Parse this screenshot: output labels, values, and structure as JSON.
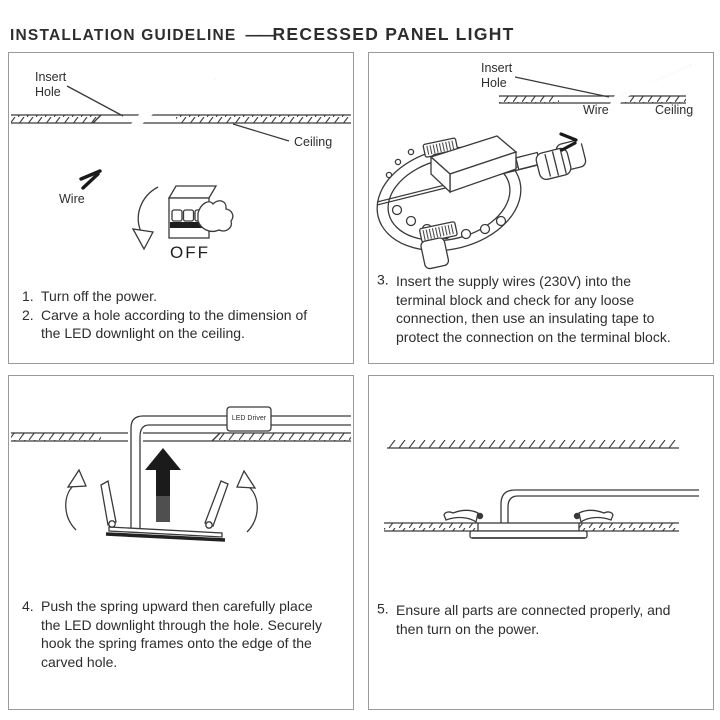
{
  "title": {
    "left": "INSTALLATION GUIDELINE",
    "separator": "——",
    "right": "RECESSED PANEL LIGHT"
  },
  "colors": {
    "line": "#3a3a3a",
    "text": "#2d2d2d",
    "border": "#9b9b9b",
    "arrow-dark": "#1b1b1b",
    "arrow-faded": "#4f4f4f",
    "switch-slot": "#1d1d1d"
  },
  "panel_step_1_2": {
    "labels": {
      "insert_hole": "Insert\nHole",
      "ceiling": "Ceiling",
      "wire": "Wire",
      "switch_off": "OFF"
    },
    "steps": [
      {
        "num": "1.",
        "text": "Turn off the power."
      },
      {
        "num": "2.",
        "text": "Carve a hole according to the dimension of\nthe LED downlight on the ceiling."
      }
    ]
  },
  "panel_step_3": {
    "labels": {
      "insert_hole": "Insert\nHole",
      "wire": "Wire",
      "ceiling": "Ceiling"
    },
    "steps": [
      {
        "num": "3.",
        "text": "Insert the supply wires (230V) into the\nterminal block and check for any loose\nconnection, then use an insulating tape to\nprotect the connection on the terminal block."
      }
    ]
  },
  "panel_step_4": {
    "labels": {
      "led_driver": "LED Driver"
    },
    "steps": [
      {
        "num": "4.",
        "text": "Push the spring upward then carefully place\nthe LED downlight through the hole. Securely\nhook the spring frames onto the edge of the\ncarved hole."
      }
    ]
  },
  "panel_step_5": {
    "steps": [
      {
        "num": "5.",
        "text": "Ensure all parts are connected properly, and\nthen turn on the power."
      }
    ]
  }
}
